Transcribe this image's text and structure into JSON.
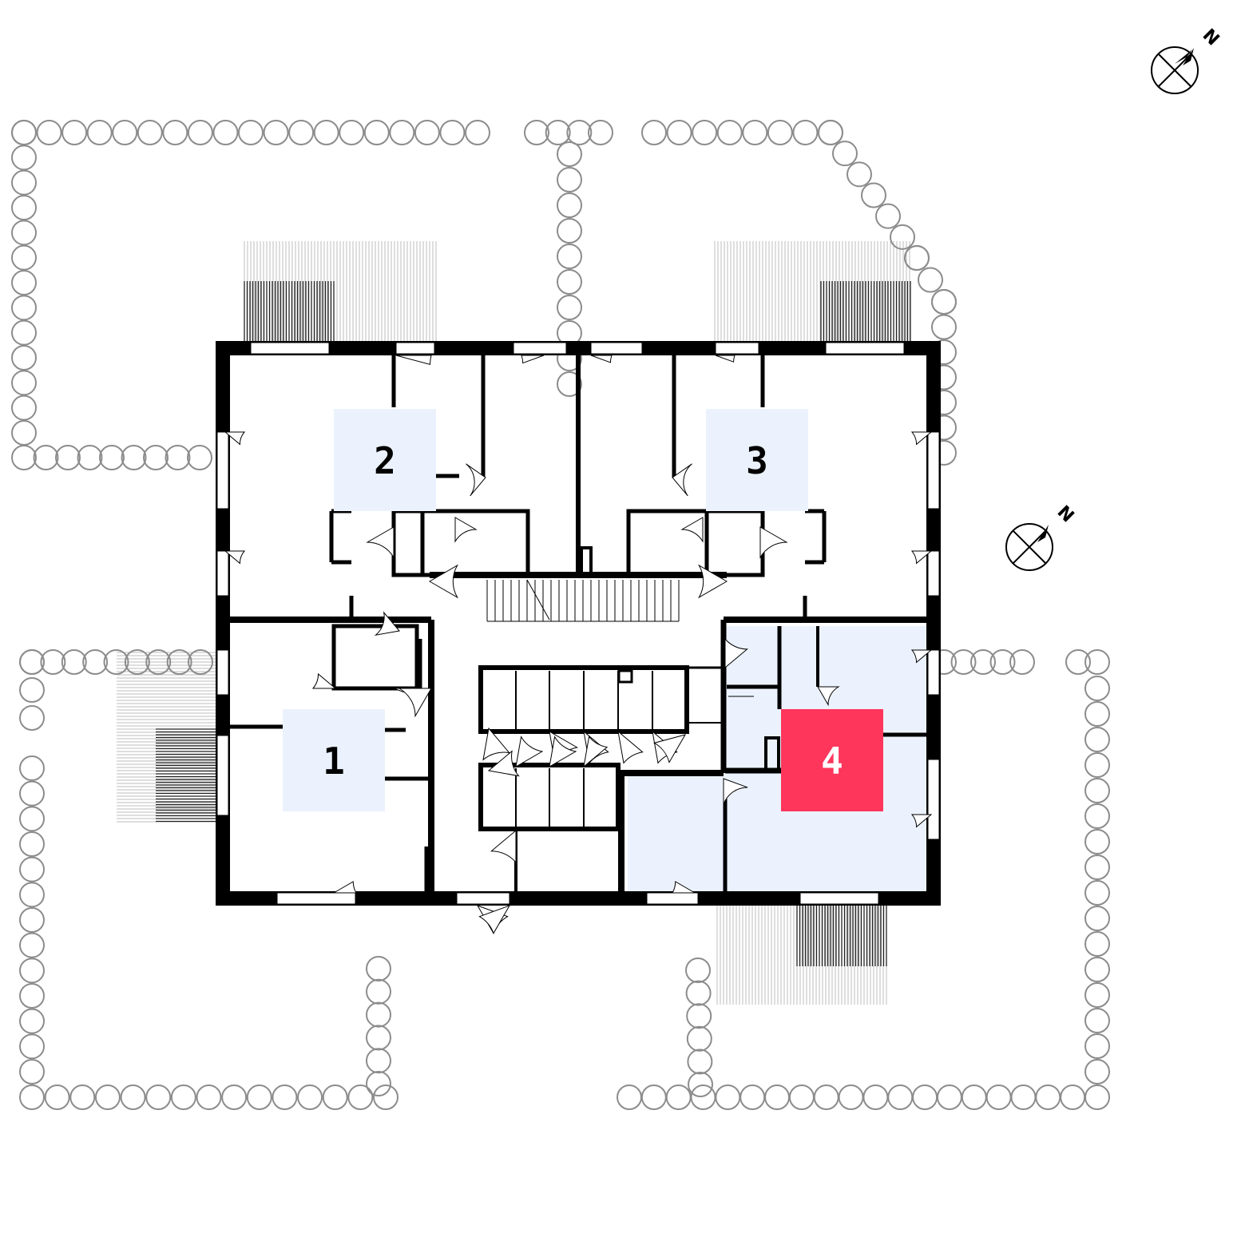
{
  "colors": {
    "unit_fill": "#ebf2fe",
    "highlight": "#fe365c",
    "highlight_text": "#ffffff",
    "label_text": "#000000",
    "wall": "#000000",
    "hedge": "#8c8c8c"
  },
  "units": [
    {
      "label": "1",
      "selected": false
    },
    {
      "label": "2",
      "selected": false
    },
    {
      "label": "3",
      "selected": false
    },
    {
      "label": "4",
      "selected": true
    }
  ],
  "compass": {
    "label": "N",
    "icon": "north-arrow-icon"
  }
}
